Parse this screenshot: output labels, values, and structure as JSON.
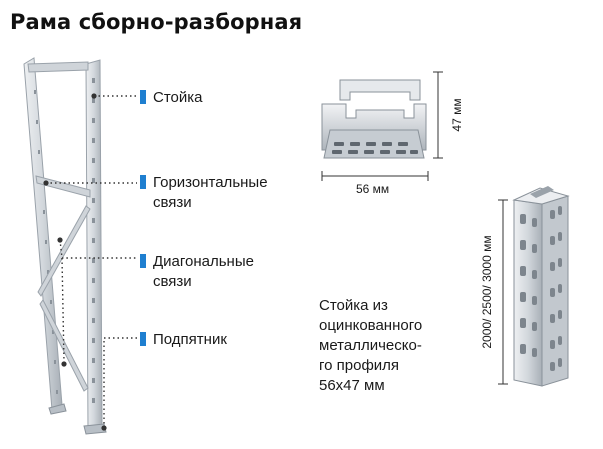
{
  "title": "Рама сборно-разборная",
  "callouts": {
    "upright": [
      "Стойка"
    ],
    "horizontal": [
      "Горизонтальные",
      "связи"
    ],
    "diagonal": [
      "Диагональные",
      "связи"
    ],
    "footplate": [
      "Подпятник"
    ]
  },
  "dimensions": {
    "profile_height": "47 мм",
    "profile_width": "56 мм",
    "upright_length": "2000/ 2500/ 3000 мм"
  },
  "description": [
    "Стойка из",
    "оцинкованного",
    "металлическо-",
    "го профиля",
    "56х47 мм"
  ],
  "colors": {
    "marker": "#1f7fd0",
    "steel": "#d7dbdf",
    "steel_dark": "#9aa2aa",
    "leader": "#333333"
  }
}
